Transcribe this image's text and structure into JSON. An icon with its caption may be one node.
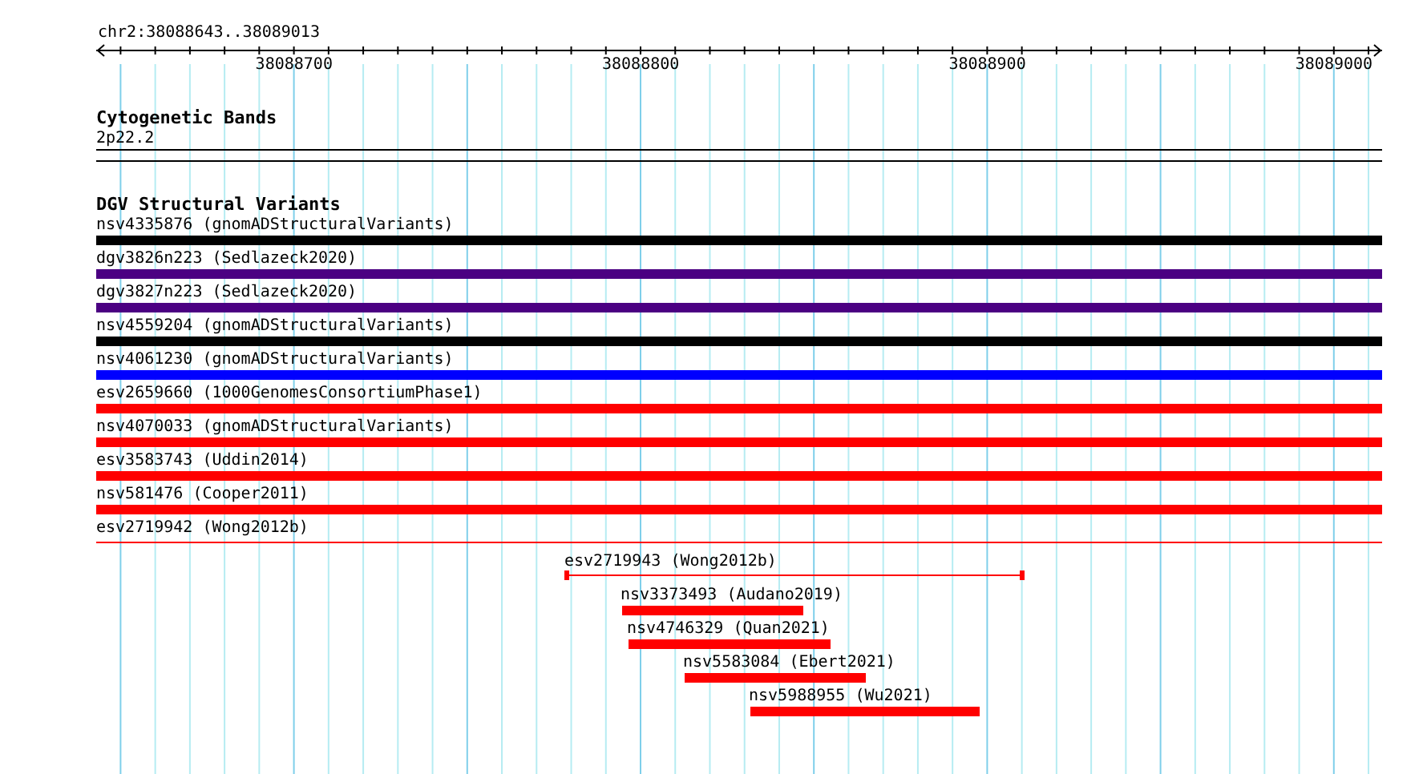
{
  "diagram": {
    "nodes": [
      {
        "text": [
          "nsv4335876 (gnomADStructuralVariants)"
        ]
      },
      {
        "text": [
          "dgv3826n223 (Sedlazeck2020)"
        ]
      },
      {
        "text": [
          "dgv3827n223 (Sedlazeck2020)"
        ]
      },
      {
        "text": [
          "nsv4559204 (gnomADStructuralVariants)"
        ]
      },
      {
        "text": [
          "nsv4061230 (gnomADStructuralVariants)"
        ]
      },
      {
        "text": [
          "esv2659660 (1000GenomesConsortiumPhase1)"
        ]
      },
      {
        "text": [
          "nsv4070033 (gnomADStructuralVariants)"
        ]
      },
      {
        "text": [
          "esv3583743 (Uddin2014)"
        ]
      },
      {
        "text": [
          "nsv581476 (Cooper2011)"
        ]
      },
      {
        "text": [
          "esv2719942 (Wong2012b)"
        ]
      },
      {
        "text": [
          "esv2719943 (Wong2012b)"
        ]
      },
      {
        "text": [
          "nsv3373493 (Audano2019)"
        ]
      },
      {
        "text": [
          "nsv4746329 (Quan2021)"
        ]
      },
      {
        "text": [
          "nsv5583084 (Ebert2021)"
        ]
      },
      {
        "text": [
          "nsv5988955 (Wu2021)"
        ]
      }
    ],
    "labels": [
      "chr2:38088643..38089013",
      "38088700",
      "38088800",
      "38088900",
      "38089000",
      "Cytogenetic Bands",
      "2p22.2",
      "DGV Structural Variants"
    ]
  }
}
